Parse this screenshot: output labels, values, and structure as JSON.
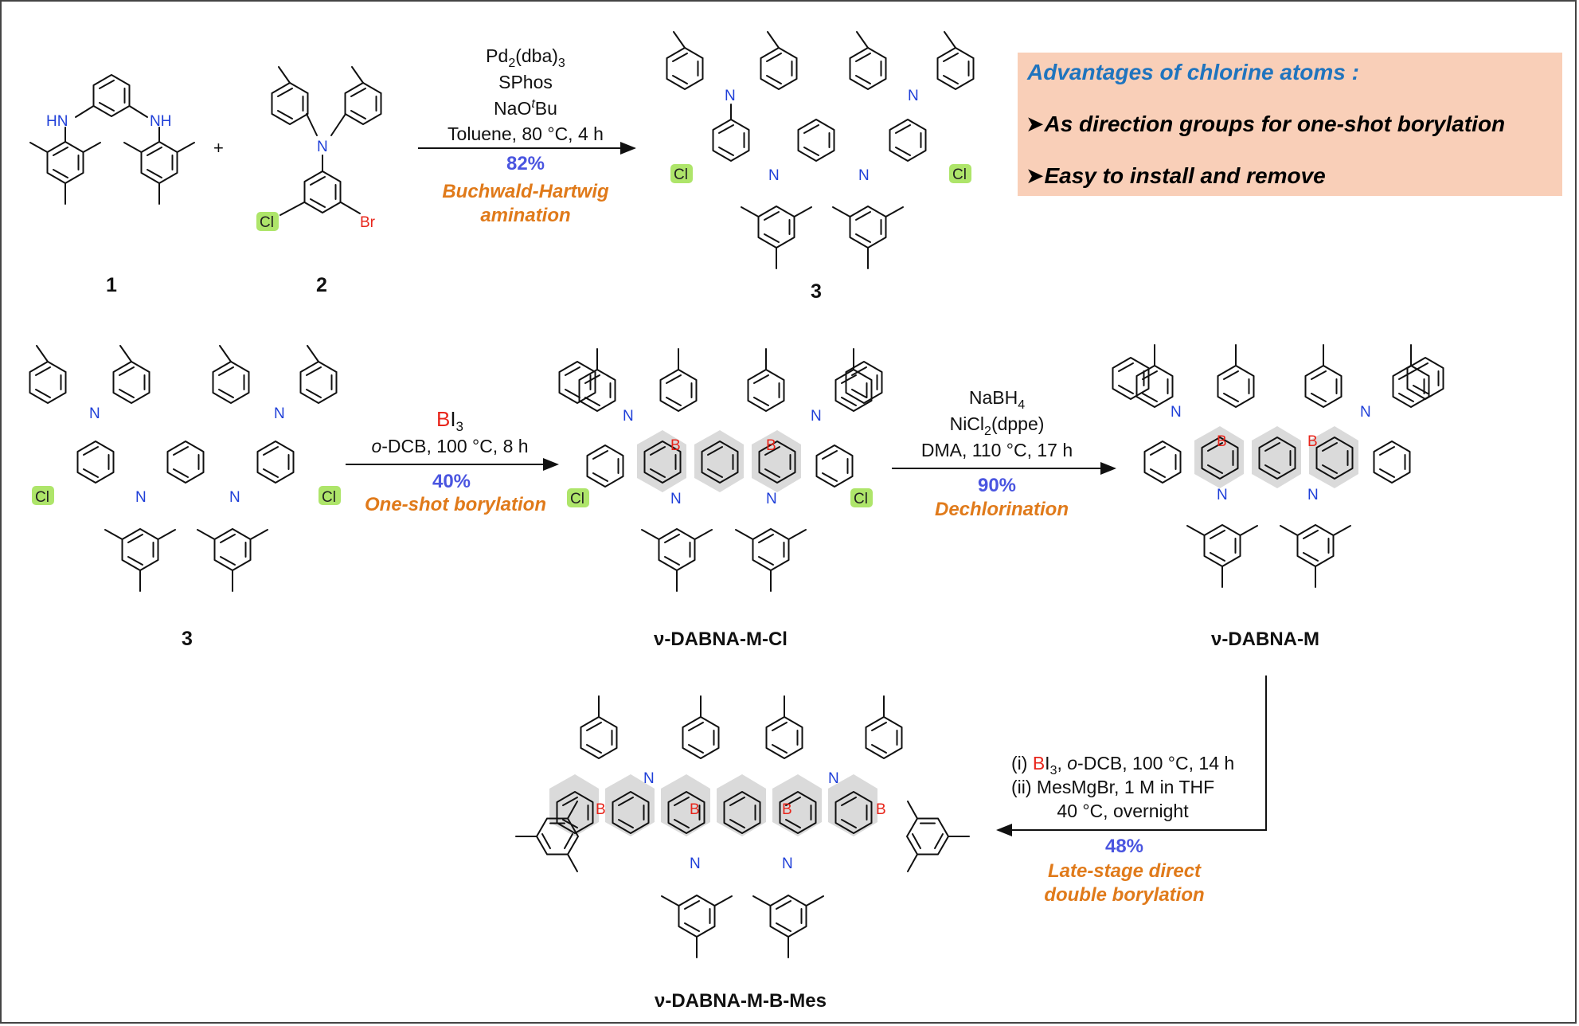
{
  "advantages": {
    "title": "Advantages of chlorine atoms :",
    "items": [
      "As direction groups for one-shot borylation",
      "Easy to install and remove"
    ],
    "box_color": "#F9CFB8",
    "title_color": "#1F74BE"
  },
  "compounds": {
    "c1": "1",
    "c2": "2",
    "c3_top": "3",
    "c3_mid": "3",
    "mcl": "ν-DABNA-M-Cl",
    "m": "ν-DABNA-M",
    "mbmes": "ν-DABNA-M-B-Mes"
  },
  "atoms": {
    "hn": "HN",
    "nh": "NH",
    "n": "N",
    "b": "B",
    "cl": "Cl",
    "br": "Br",
    "plus": "+"
  },
  "step1": {
    "reagent1_main": "Pd",
    "reagent1_sub1": "2",
    "reagent1_mid": "(dba)",
    "reagent1_sub2": "3",
    "reagent2": "SPhos",
    "reagent3_main": "NaO",
    "reagent3_sup": "t",
    "reagent3_end": "Bu",
    "conditions": "Toluene,  80 °C, 4 h",
    "yield": "82%",
    "name_line1": "Buchwald-Hartwig",
    "name_line2": "amination"
  },
  "step2": {
    "reagent_b": "B",
    "reagent_i": "I",
    "reagent_sub": "3",
    "cond_prefix": "o",
    "cond_rest": "-DCB, 100 °C, 8 h",
    "yield": "40%",
    "name": "One-shot borylation"
  },
  "step3": {
    "reagent1_main": "NaBH",
    "reagent1_sub": "4",
    "reagent2_main": "NiCl",
    "reagent2_sub": "2",
    "reagent2_end": "(dppe)",
    "conditions": "DMA, 110 °C, 17 h",
    "yield": "90%",
    "name": "Dechlorination"
  },
  "step4": {
    "line1_a": "(i) ",
    "line1_b": "B",
    "line1_c": "I",
    "line1_sub": "3",
    "line1_d": ", ",
    "line1_e": "o",
    "line1_f": "-DCB, 100 °C, 14 h",
    "line2": "(ii) MesMgBr, 1 M in THF",
    "line3": "40 °C, overnight",
    "yield": "48%",
    "name_line1": "Late-stage direct",
    "name_line2": "double borylation"
  },
  "colors": {
    "nitrogen": "#1F3FD8",
    "boron": "#E8251B",
    "yield": "#4A55E0",
    "reaction_name": "#E07A1A",
    "chlorine_highlight": "#AEE56A"
  }
}
